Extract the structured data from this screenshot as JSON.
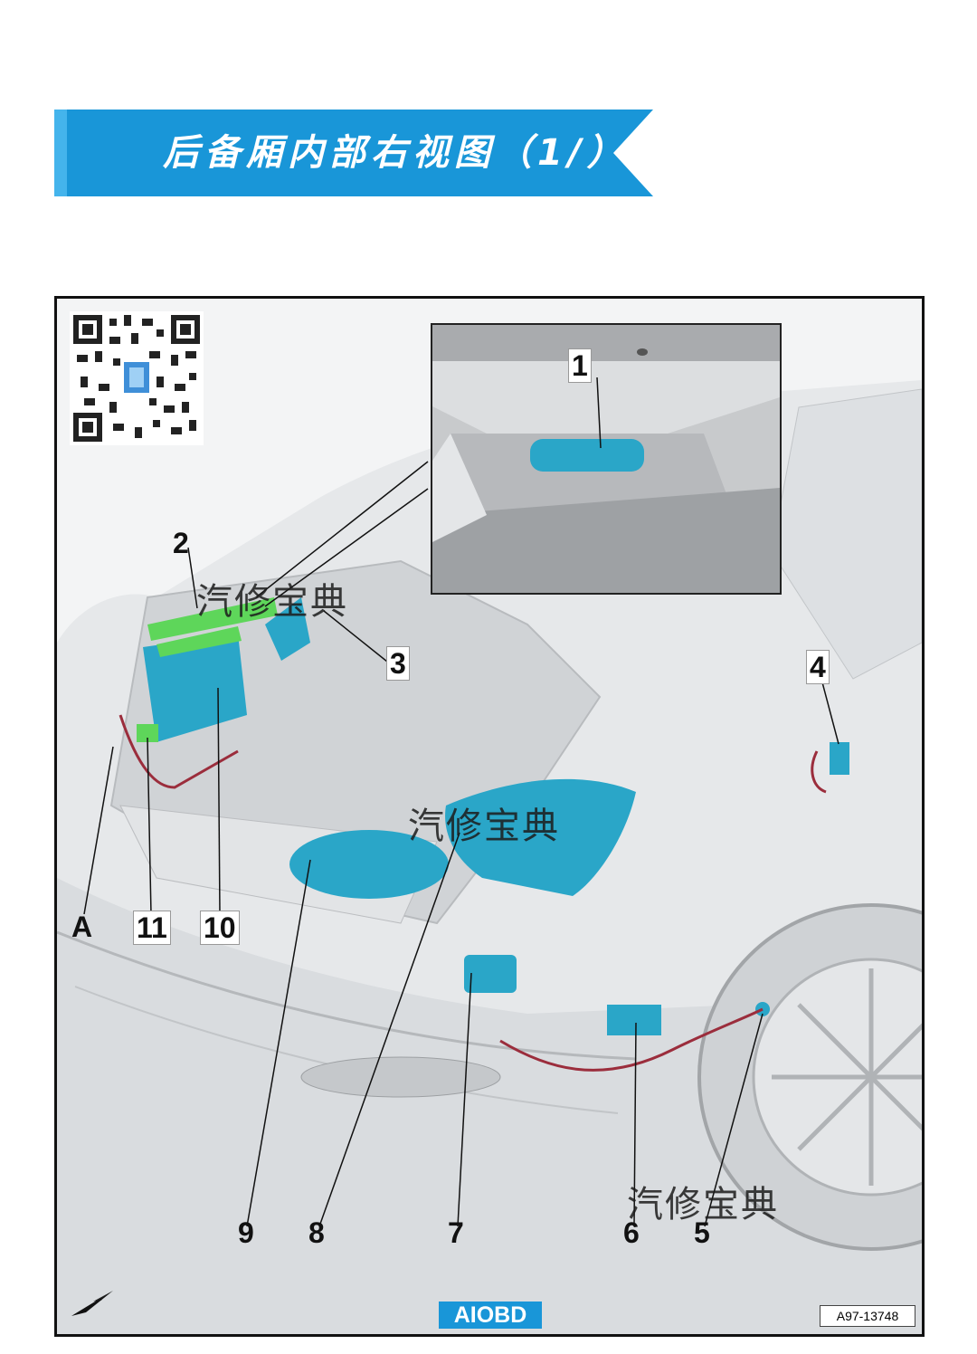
{
  "banner": {
    "title": "后备厢内部右视图（1/）",
    "color": "#1996d8"
  },
  "diagram": {
    "labels": {
      "l1": "1",
      "l2": "2",
      "l3": "3",
      "l4": "4",
      "l5": "5",
      "l6": "6",
      "l7": "7",
      "l8": "8",
      "l9": "9",
      "l10": "10",
      "l11": "11",
      "lA": "A"
    },
    "watermark": "汽修宝典",
    "brand": "AIOBD",
    "code": "A97-13748",
    "highlight_colors": {
      "component_blue": "#2aa6c8",
      "component_green": "#5ed65a",
      "wiring": "#9b2d3c"
    }
  }
}
